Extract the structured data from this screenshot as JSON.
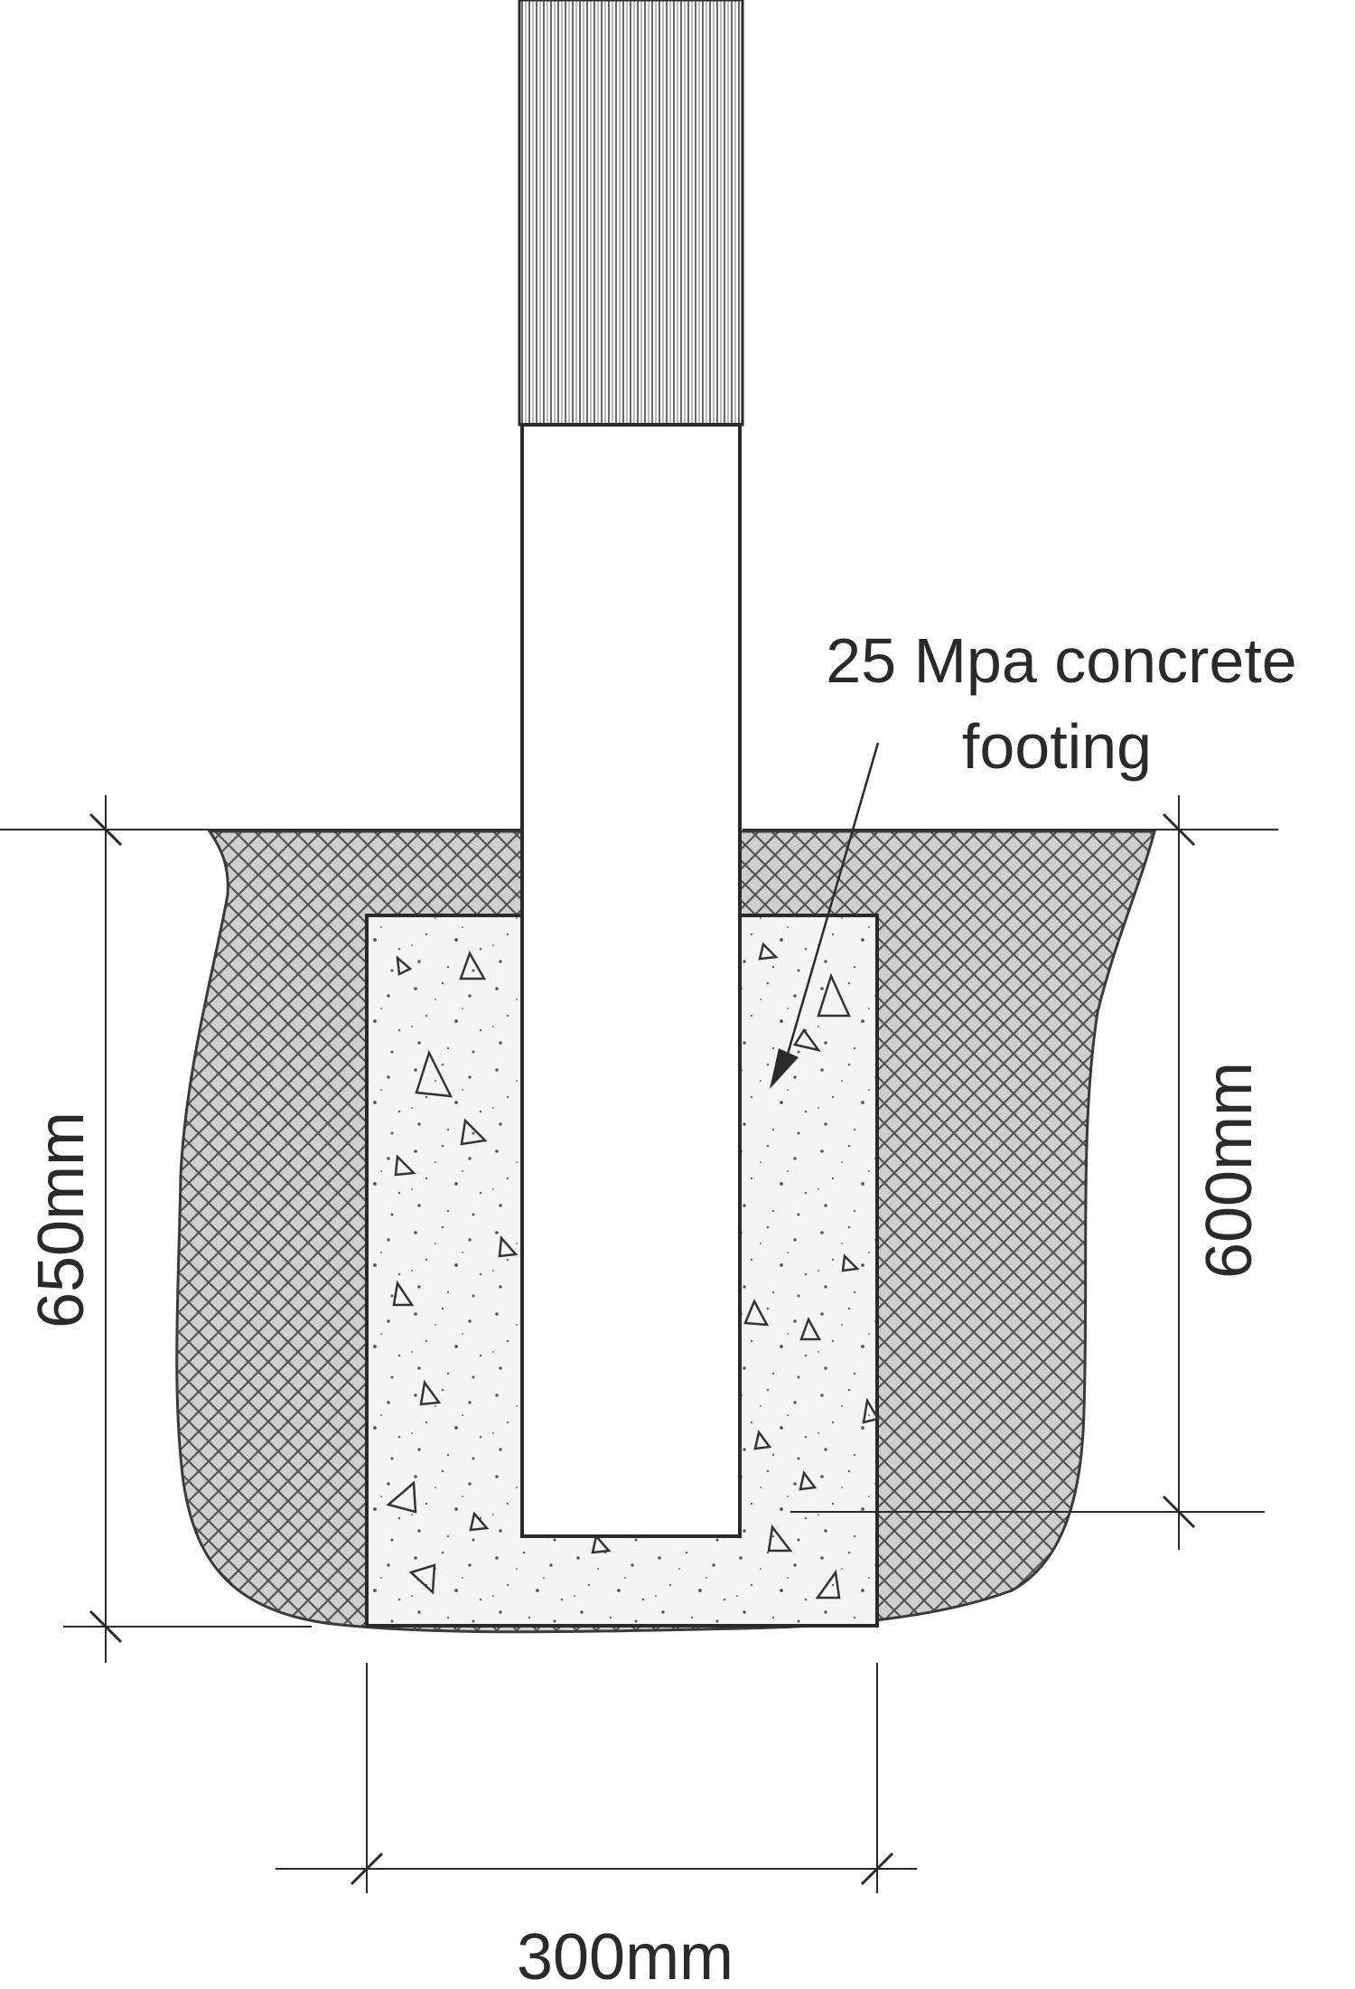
{
  "annotation": {
    "line1": "25 Mpa concrete",
    "line2": "footing"
  },
  "dimensions": {
    "overall_depth": "650mm",
    "footing_depth": "600mm",
    "footing_width": "300mm"
  },
  "colors": {
    "soil_hatch": "#5a5a5a",
    "soil_fill": "#c9c9c9",
    "concrete_fill": "#f2f2f2",
    "post_fill": "#ffffff",
    "line": "#2a2a2a"
  }
}
